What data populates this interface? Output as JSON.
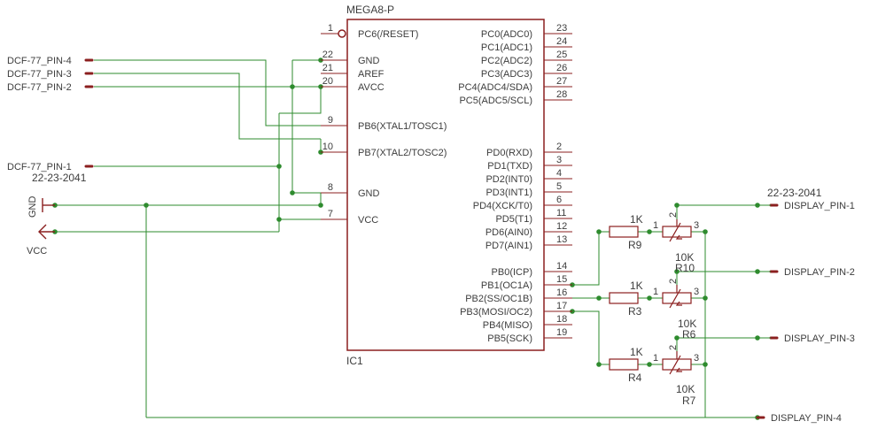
{
  "ic": {
    "part": "MEGA8-P",
    "ref": "IC1",
    "left_pins": [
      {
        "num": "1",
        "name": "PC6(/RESET)"
      },
      {
        "num": "22",
        "name": "GND"
      },
      {
        "num": "21",
        "name": "AREF"
      },
      {
        "num": "20",
        "name": "AVCC"
      },
      {
        "num": "9",
        "name": "PB6(XTAL1/TOSC1)"
      },
      {
        "num": "10",
        "name": "PB7(XTAL2/TOSC2)"
      },
      {
        "num": "8",
        "name": "GND"
      },
      {
        "num": "7",
        "name": "VCC"
      }
    ],
    "right_pins": [
      {
        "num": "23",
        "name": "PC0(ADC0)"
      },
      {
        "num": "24",
        "name": "PC1(ADC1)"
      },
      {
        "num": "25",
        "name": "PC2(ADC2)"
      },
      {
        "num": "26",
        "name": "PC3(ADC3)"
      },
      {
        "num": "27",
        "name": "PC4(ADC4/SDA)"
      },
      {
        "num": "28",
        "name": "PC5(ADC5/SCL)"
      },
      {
        "num": "2",
        "name": "PD0(RXD)"
      },
      {
        "num": "3",
        "name": "PD1(TXD)"
      },
      {
        "num": "4",
        "name": "PD2(INT0)"
      },
      {
        "num": "5",
        "name": "PD3(INT1)"
      },
      {
        "num": "6",
        "name": "PD4(XCK/T0)"
      },
      {
        "num": "11",
        "name": "PD5(T1)"
      },
      {
        "num": "12",
        "name": "PD6(AIN0)"
      },
      {
        "num": "13",
        "name": "PD7(AIN1)"
      },
      {
        "num": "14",
        "name": "PB0(ICP)"
      },
      {
        "num": "15",
        "name": "PB1(OC1A)"
      },
      {
        "num": "16",
        "name": "PB2(SS/OC1B)"
      },
      {
        "num": "17",
        "name": "PB3(MOSI/OC2)"
      },
      {
        "num": "18",
        "name": "PB4(MISO)"
      },
      {
        "num": "19",
        "name": "PB5(SCK)"
      }
    ]
  },
  "connectors": {
    "dcf": {
      "part": "22-23-2041",
      "pin4": "DCF-77_PIN-4",
      "pin3": "DCF-77_PIN-3",
      "pin2": "DCF-77_PIN-2",
      "pin1": "DCF-77_PIN-1"
    },
    "display": {
      "part": "22-23-2041",
      "pin1": "DISPLAY_PIN-1",
      "pin2": "DISPLAY_PIN-2",
      "pin3": "DISPLAY_PIN-3",
      "pin4": "DISPLAY_PIN-4"
    }
  },
  "supplies": {
    "gnd": "GND",
    "vcc": "VCC"
  },
  "resistors": [
    {
      "ref": "R9",
      "value": "1K"
    },
    {
      "ref": "R3",
      "value": "1K"
    },
    {
      "ref": "R4",
      "value": "1K"
    }
  ],
  "trimmers": [
    {
      "ref": "R10",
      "value": "10K",
      "pin1": "1",
      "pin2": "2",
      "pin3": "3"
    },
    {
      "ref": "R6",
      "value": "10K",
      "pin1": "1",
      "pin2": "2",
      "pin3": "3"
    },
    {
      "ref": "R7",
      "value": "10K",
      "pin1": "1",
      "pin2": "2",
      "pin3": "3"
    }
  ],
  "colors": {
    "component": "#8b1f1f",
    "net": "#2e8b2e",
    "text": "#3d3d3d"
  }
}
